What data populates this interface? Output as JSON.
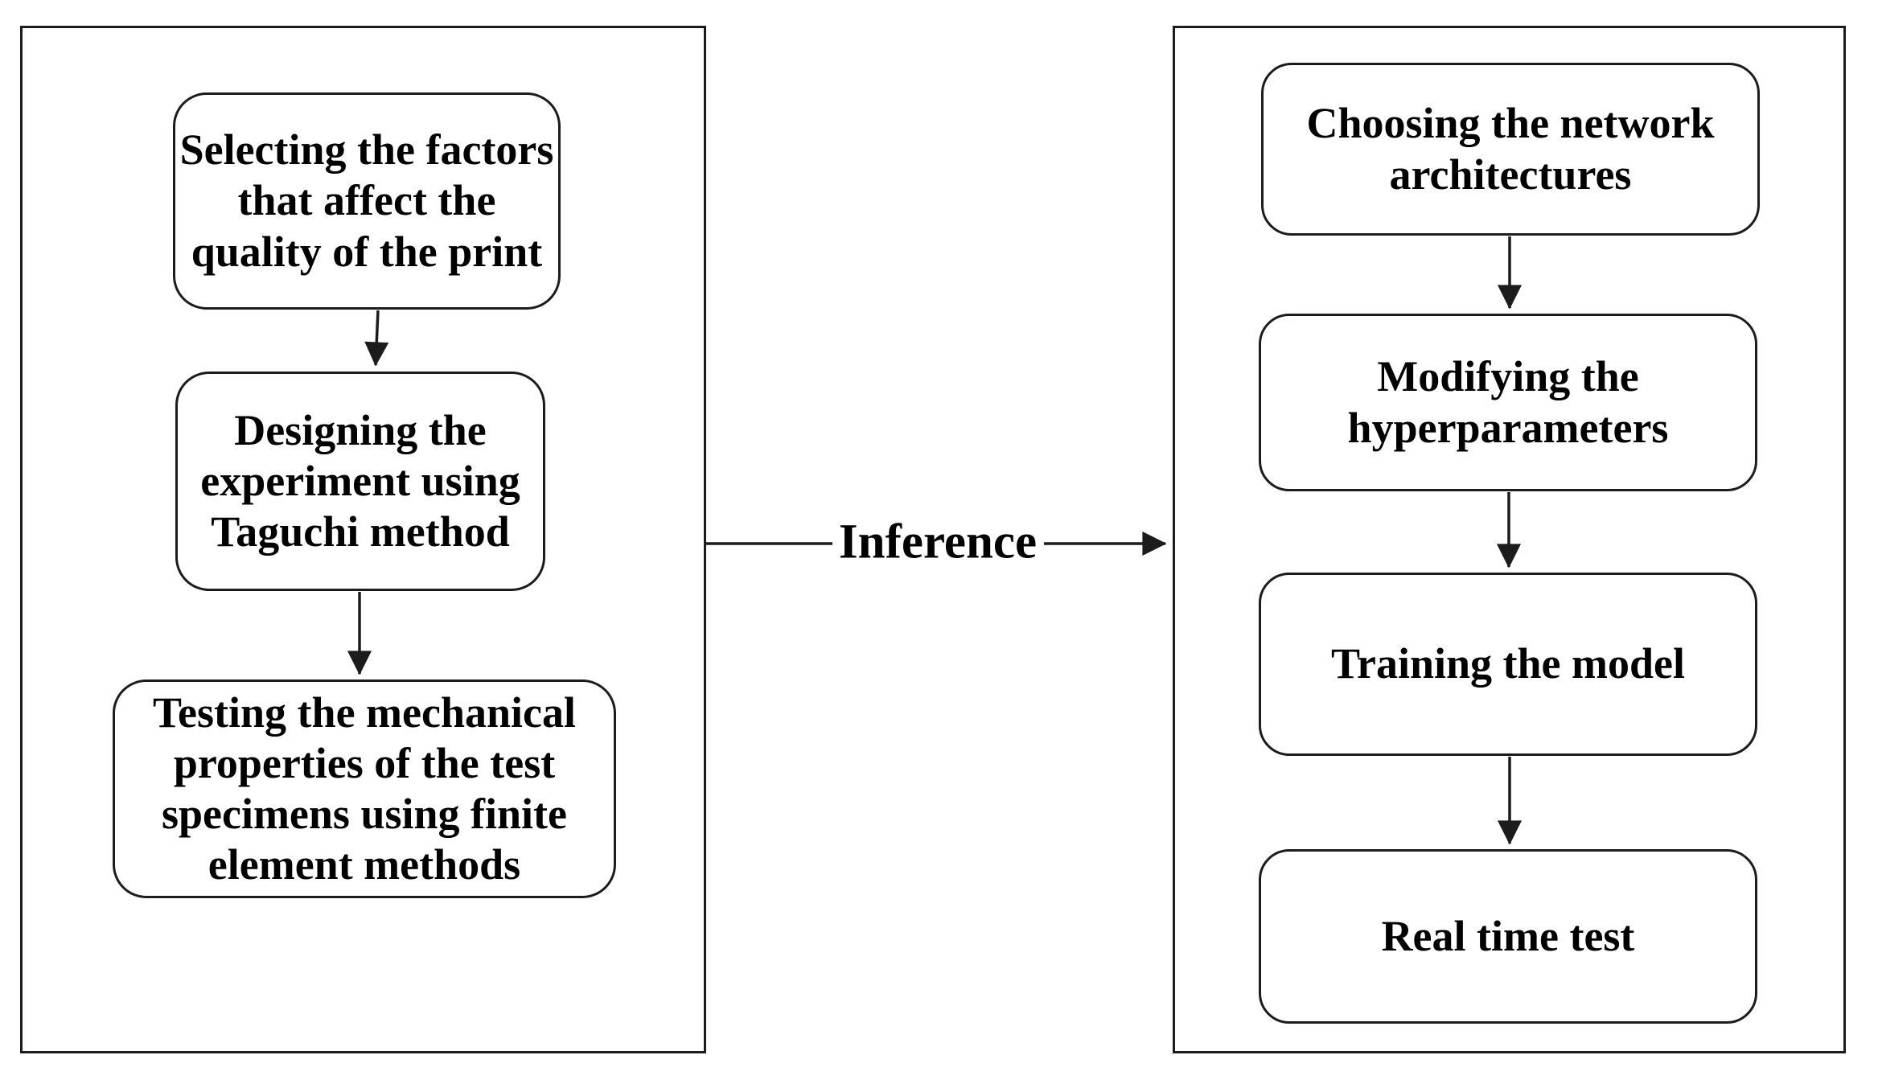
{
  "diagram": {
    "type": "flowchart",
    "colors": {
      "stroke": "#1c1c1c",
      "text": "#000000",
      "background": "#ffffff"
    },
    "left_panel": {
      "steps": [
        {
          "label": "Selecting the factors\nthat affect the\nquality of the print"
        },
        {
          "label": "Designing the\nexperiment using\nTaguchi method"
        },
        {
          "label": "Testing the mechanical\nproperties of the test\nspecimens using finite\nelement methods"
        }
      ]
    },
    "connector_label": "Inference",
    "right_panel": {
      "steps": [
        {
          "label": "Choosing the network\narchitectures"
        },
        {
          "label": "Modifying the\nhyperparameters"
        },
        {
          "label": "Training the model"
        },
        {
          "label": "Real time test"
        }
      ]
    }
  }
}
